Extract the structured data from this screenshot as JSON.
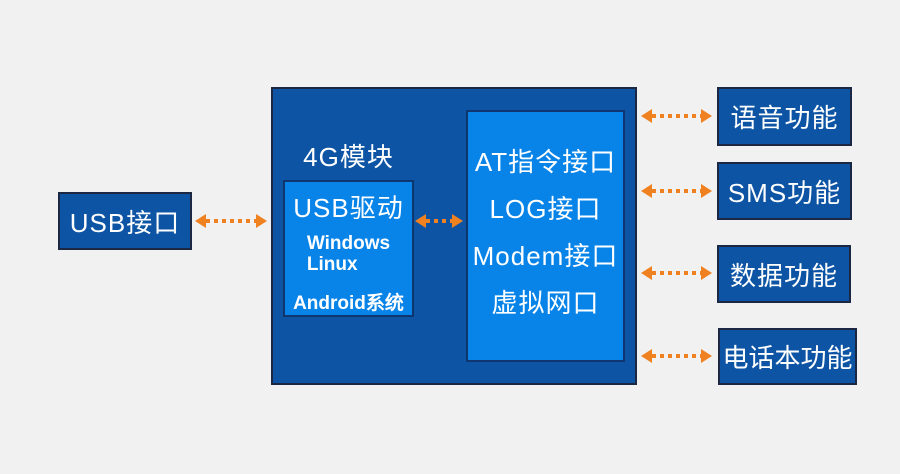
{
  "colors": {
    "background": "#f1f1f2",
    "dark_box_fill": "#0d55a4",
    "dark_box_border": "#1c2743",
    "light_box_fill": "#0883e8",
    "light_box_border": "#10366f",
    "arrow_orange": "#ef8120",
    "text": "#ffffff"
  },
  "left_box": {
    "label": "USB接口"
  },
  "module_box": {
    "title": "4G模块",
    "usb_driver_box": {
      "title": "USB驱动",
      "os_line1": "Windows",
      "os_line2": "Linux",
      "os_line3": "Android系统"
    },
    "interface_box": {
      "lines": [
        "AT指令接口",
        "LOG接口",
        "Modem接口",
        "虚拟网口"
      ]
    }
  },
  "function_boxes": [
    {
      "label": "语音功能"
    },
    {
      "label": "SMS功能"
    },
    {
      "label": "数据功能"
    },
    {
      "label": "电话本功能"
    }
  ]
}
